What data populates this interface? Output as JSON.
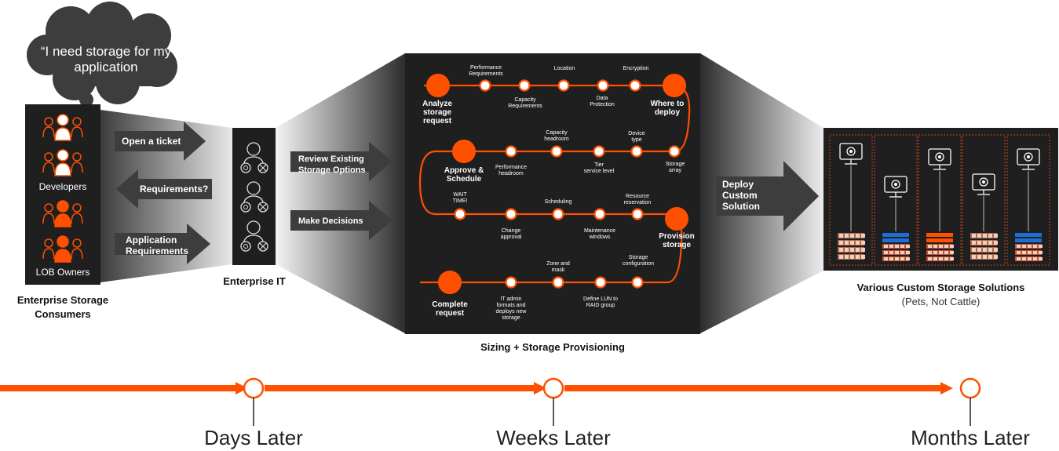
{
  "consumers": {
    "bubble": "“I need storage for my application",
    "group1": "Developers",
    "group2": "LOB Owners",
    "title_line1": "Enterprise Storage",
    "title_line2": "Consumers"
  },
  "arrows_left": {
    "open_ticket": "Open a ticket",
    "requirements_q": "Requirements?",
    "app_req_line1": "Application",
    "app_req_line2": "Requirements"
  },
  "enterprise_it": {
    "title": "Enterprise IT"
  },
  "arrows_mid": {
    "review_line1": "Review Existing",
    "review_line2": "Storage Options",
    "make_decisions": "Make Decisions"
  },
  "provisioning": {
    "title": "Sizing + Storage Provisioning",
    "row1": {
      "major_start_l1": "Analyze",
      "major_start_l2": "storage",
      "major_start_l3": "request",
      "perf_req_l1": "Performance",
      "perf_req_l2": "Requirements",
      "capacity_req_l1": "Capacity",
      "capacity_req_l2": "Requirements",
      "location": "Location",
      "data_prot_l1": "Data",
      "data_prot_l2": "Protection",
      "encryption": "Encryption",
      "major_end_l1": "Where to",
      "major_end_l2": "deploy"
    },
    "row2": {
      "major_l1": "Approve &",
      "major_l2": "Schedule",
      "perf_head_l1": "Performance",
      "perf_head_l2": "headroom",
      "cap_head_l1": "Capacity",
      "cap_head_l2": "headroom",
      "tier_l1": "Tier",
      "tier_l2": "service level",
      "device_l1": "Device",
      "device_l2": "type",
      "storage_array_l1": "Storage",
      "storage_array_l2": "array"
    },
    "row3": {
      "wait_l1": "WAIT",
      "wait_l2": "TIME!",
      "change_l1": "Change",
      "change_l2": "approval",
      "scheduling": "Scheduling",
      "maint_l1": "Maintenance",
      "maint_l2": "windows",
      "resource_l1": "Resource",
      "resource_l2": "reservation",
      "major_l1": "Provision",
      "major_l2": "storage"
    },
    "row4": {
      "major_l1": "Complete",
      "major_l2": "request",
      "it_admin_l1": "IT admin",
      "it_admin_l2": "formats and",
      "it_admin_l3": "deploys new",
      "it_admin_l4": "storage",
      "zone_l1": "Zone and",
      "zone_l2": "mask",
      "lun_l1": "Define LUN to",
      "lun_l2": "RAID group",
      "storage_conf_l1": "Storage",
      "storage_conf_l2": "configuration"
    }
  },
  "deploy_arrow": {
    "line1": "Deploy",
    "line2": "Custom",
    "line3": "Solution"
  },
  "solutions": {
    "title": "Various Custom Storage Solutions",
    "subtitle": "(Pets, Not Cattle)"
  },
  "timeline": {
    "marker1": "Days Later",
    "marker2": "Weeks Later",
    "marker3": "Months Later"
  },
  "colors": {
    "orange": "#fe5000",
    "dark": "#1f1f1f",
    "blue": "#1d6fd8",
    "gray": "#6e6e6e"
  },
  "icons": [
    "person-icon",
    "monitor-gear-icon",
    "storage-rack-icon",
    "thought-bubble-icon"
  ]
}
